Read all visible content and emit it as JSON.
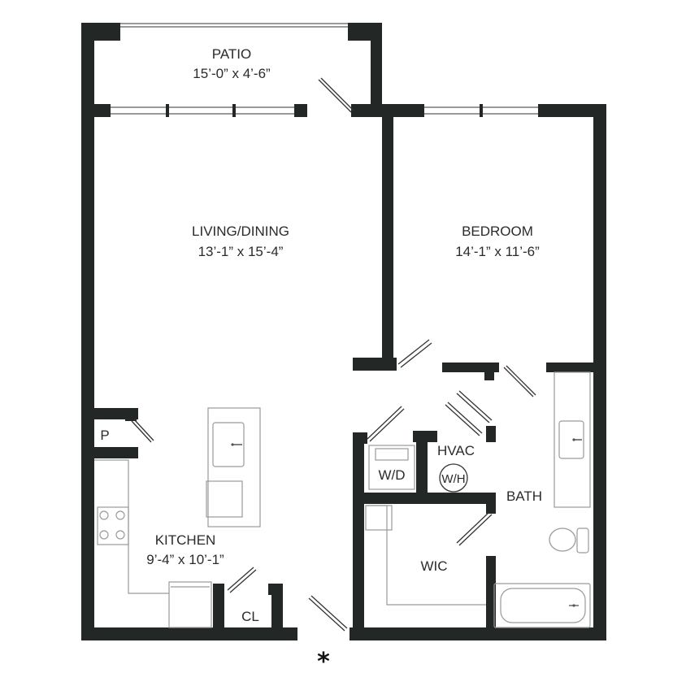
{
  "rooms": {
    "patio": {
      "name": "PATIO",
      "size": "15’-0” x 4’-6”"
    },
    "living": {
      "name": "LIVING/DINING",
      "size": "13’-1” x 15’-4”"
    },
    "bedroom": {
      "name": "BEDROOM",
      "size": "14’-1” x 11’-6”"
    },
    "kitchen": {
      "name": "KITCHEN",
      "size": "9’-4” x 10’-1”"
    },
    "pantry": {
      "name": "P"
    },
    "closet": {
      "name": "CL"
    },
    "laundry": {
      "name": "W/D"
    },
    "hvac": {
      "name": "HVAC"
    },
    "water_heater": {
      "name": "W/H"
    },
    "bath": {
      "name": "BATH"
    },
    "wic": {
      "name": "WIC"
    }
  },
  "entry_marker": "*",
  "colors": {
    "wall": "#232826",
    "fixture": "#9a9a9a"
  }
}
